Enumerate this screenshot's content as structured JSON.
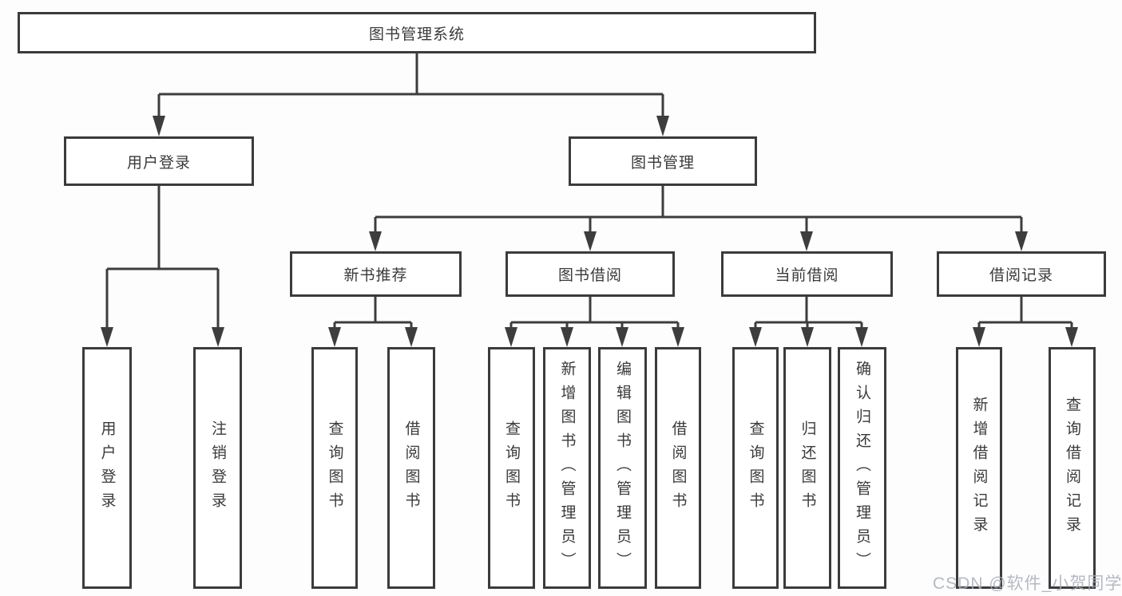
{
  "tree": {
    "label": "图书管理系统",
    "children": [
      {
        "label": "用户登录",
        "children": [
          {
            "label": "用户登录"
          },
          {
            "label": "注销登录"
          }
        ]
      },
      {
        "label": "图书管理",
        "children": [
          {
            "label": "新书推荐",
            "children": [
              {
                "label": "查询图书"
              },
              {
                "label": "借阅图书"
              }
            ]
          },
          {
            "label": "图书借阅",
            "children": [
              {
                "label": "查询图书"
              },
              {
                "label": "新增图书（管理员）"
              },
              {
                "label": "编辑图书（管理员）"
              },
              {
                "label": "借阅图书"
              }
            ]
          },
          {
            "label": "当前借阅",
            "children": [
              {
                "label": "查询图书"
              },
              {
                "label": "归还图书"
              },
              {
                "label": "确认归还（管理员）"
              }
            ]
          },
          {
            "label": "借阅记录",
            "children": [
              {
                "label": "新增借阅记录"
              },
              {
                "label": "查询借阅记录"
              }
            ]
          }
        ]
      }
    ]
  },
  "watermark": "CSDN @软件_小贺同学",
  "colors": {
    "line": "#3d3d3d",
    "border": "#3b3b3b",
    "text": "#3a3a3a",
    "watermark": "#a8adb8",
    "background": "#fdfdfd"
  }
}
